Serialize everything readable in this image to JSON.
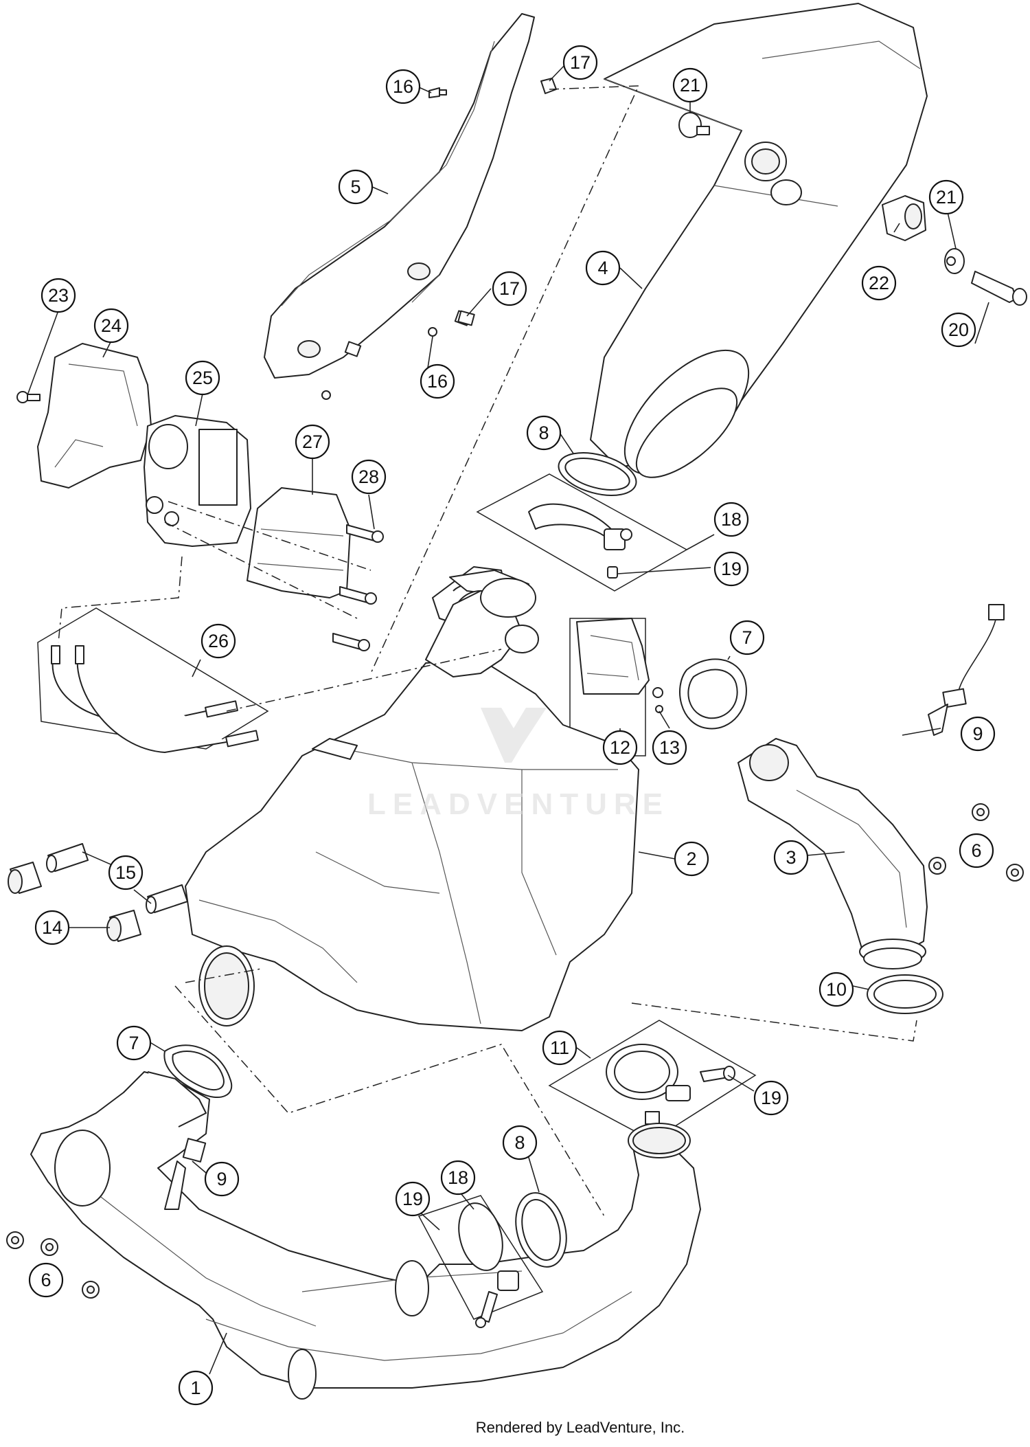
{
  "callouts": [
    {
      "id": "c16a",
      "label": "16"
    },
    {
      "id": "c17a",
      "label": "17"
    },
    {
      "id": "c21a",
      "label": "21"
    },
    {
      "id": "c5",
      "label": "5"
    },
    {
      "id": "c21b",
      "label": "21"
    },
    {
      "id": "c4",
      "label": "4"
    },
    {
      "id": "c22",
      "label": "22"
    },
    {
      "id": "c20",
      "label": "20"
    },
    {
      "id": "c23",
      "label": "23"
    },
    {
      "id": "c24",
      "label": "24"
    },
    {
      "id": "c17b",
      "label": "17"
    },
    {
      "id": "c16b",
      "label": "16"
    },
    {
      "id": "c25",
      "label": "25"
    },
    {
      "id": "c8a",
      "label": "8"
    },
    {
      "id": "c27",
      "label": "27"
    },
    {
      "id": "c28",
      "label": "28"
    },
    {
      "id": "c18a",
      "label": "18"
    },
    {
      "id": "c19a",
      "label": "19"
    },
    {
      "id": "c26",
      "label": "26"
    },
    {
      "id": "c7a",
      "label": "7"
    },
    {
      "id": "c9a",
      "label": "9"
    },
    {
      "id": "c12",
      "label": "12"
    },
    {
      "id": "c13",
      "label": "13"
    },
    {
      "id": "c2",
      "label": "2"
    },
    {
      "id": "c3",
      "label": "3"
    },
    {
      "id": "c6a",
      "label": "6"
    },
    {
      "id": "c15",
      "label": "15"
    },
    {
      "id": "c14",
      "label": "14"
    },
    {
      "id": "c10",
      "label": "10"
    },
    {
      "id": "c7b",
      "label": "7"
    },
    {
      "id": "c11",
      "label": "11"
    },
    {
      "id": "c19b",
      "label": "19"
    },
    {
      "id": "c8b",
      "label": "8"
    },
    {
      "id": "c18b",
      "label": "18"
    },
    {
      "id": "c9b",
      "label": "9"
    },
    {
      "id": "c19c",
      "label": "19"
    },
    {
      "id": "c6b",
      "label": "6"
    },
    {
      "id": "c1",
      "label": "1"
    }
  ],
  "watermark": {
    "logo": "LeadVenture",
    "text": "LEADVENTURE"
  },
  "credit": "Rendered by LeadVenture, Inc."
}
